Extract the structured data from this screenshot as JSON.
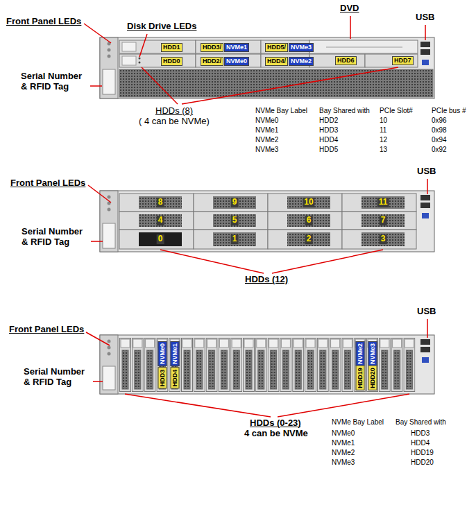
{
  "diagram": {
    "nodes": [
      {
        "text": [
          "HDD1"
        ]
      },
      {
        "text": [
          "HDD3/"
        ]
      },
      {
        "text": [
          "NVMe1"
        ]
      },
      {
        "text": [
          "HDD5/"
        ]
      },
      {
        "text": [
          "NVMe3"
        ]
      },
      {
        "text": [
          "HDD0"
        ]
      },
      {
        "text": [
          "HDD2/"
        ]
      },
      {
        "text": [
          "NVMe0"
        ]
      },
      {
        "text": [
          "HDD4/"
        ]
      },
      {
        "text": [
          "NVMe2"
        ]
      },
      {
        "text": [
          "HDD6"
        ]
      },
      {
        "text": [
          "HDD7"
        ]
      },
      {
        "text": [
          "NVMe0"
        ]
      },
      {
        "text": [
          "NVMe1"
        ]
      },
      {
        "text": [
          "NVMe2"
        ]
      },
      {
        "text": [
          "NVMe3"
        ]
      },
      {
        "text": [
          "HDD3"
        ]
      },
      {
        "text": [
          "HDD4"
        ]
      },
      {
        "text": [
          "HDD19"
        ]
      },
      {
        "text": [
          "HDD20"
        ]
      }
    ],
    "labels": [
      "Front Panel LEDs",
      "Disk Drive LEDs",
      "DVD",
      "USB",
      "Serial Number & RFID Tag",
      "HDDs (8)",
      "( 4 can be NVMe)",
      "NVMe Bay Label",
      "Bay Shared with",
      "PCIe Slot#",
      "PCIe bus #",
      "NVMe0",
      "HDD2",
      "10",
      "0x96",
      "NVMe1",
      "HDD3",
      "11",
      "0x98",
      "NVMe2",
      "HDD4",
      "12",
      "0x94",
      "NVMe3",
      "HDD5",
      "13",
      "0x92",
      "Front Panel LEDs",
      "USB",
      "Serial Number & RFID Tag",
      "8",
      "9",
      "10",
      "11",
      "4",
      "5",
      "6",
      "7",
      "0",
      "1",
      "2",
      "3",
      "HDDs (12)",
      "Front Panel LEDs",
      "USB",
      "Serial Number & RFID Tag",
      "HDDs (0-23)",
      "4 can be NVMe",
      "NVMe Bay Label",
      "Bay Shared with",
      "NVMe0",
      "HDD3",
      "NVMe1",
      "HDD4",
      "NVMe2",
      "HDD19",
      "NVMe3",
      "HDD20"
    ]
  }
}
